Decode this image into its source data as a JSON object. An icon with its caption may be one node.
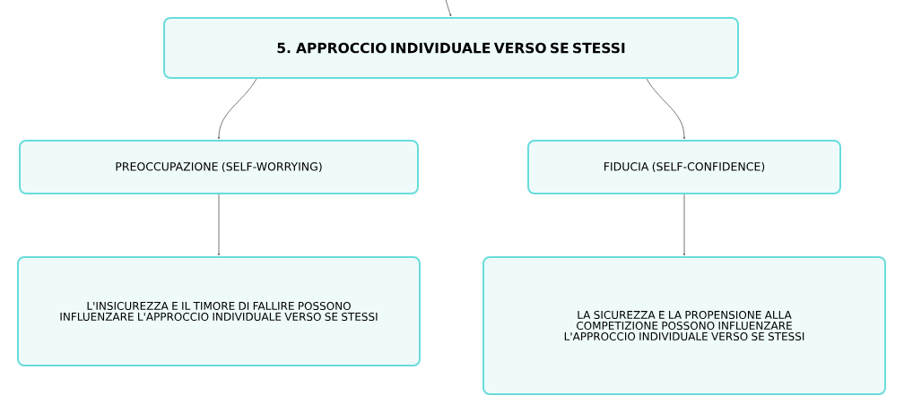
{
  "diagram": {
    "nodes": [
      {
        "text": [
          "5. APPROCCIO INDIVIDUALE VERSO SE STESSI"
        ]
      },
      {
        "text": [
          "PREOCCUPAZIONE (SELF-WORRYING)"
        ]
      },
      {
        "text": [
          "FIDUCIA (SELF-CONFIDENCE)"
        ]
      },
      {
        "text": [
          "L'INSICUREZZA E IL TIMORE DI FALLIRE POSSONO INFLUENZARE L'APPROCCIO INDIVIDUALE VERSO SE STESSI"
        ]
      },
      {
        "text": [
          "LA SICUREZZA E LA PROPENSIONE ALLA COMPETIZIONE POSSONO INFLUENZARE L'APPROCCIO INDIVIDUALE VERSO SE STESSI"
        ]
      }
    ],
    "edges": [
      {
        "from": null,
        "to": 0,
        "arrow": "to"
      },
      {
        "from": 0,
        "to": 1,
        "arrow": "to"
      },
      {
        "from": 0,
        "to": 2,
        "arrow": "to"
      },
      {
        "from": 1,
        "to": 3,
        "arrow": "to"
      },
      {
        "from": 2,
        "to": 4,
        "arrow": "to"
      }
    ]
  }
}
